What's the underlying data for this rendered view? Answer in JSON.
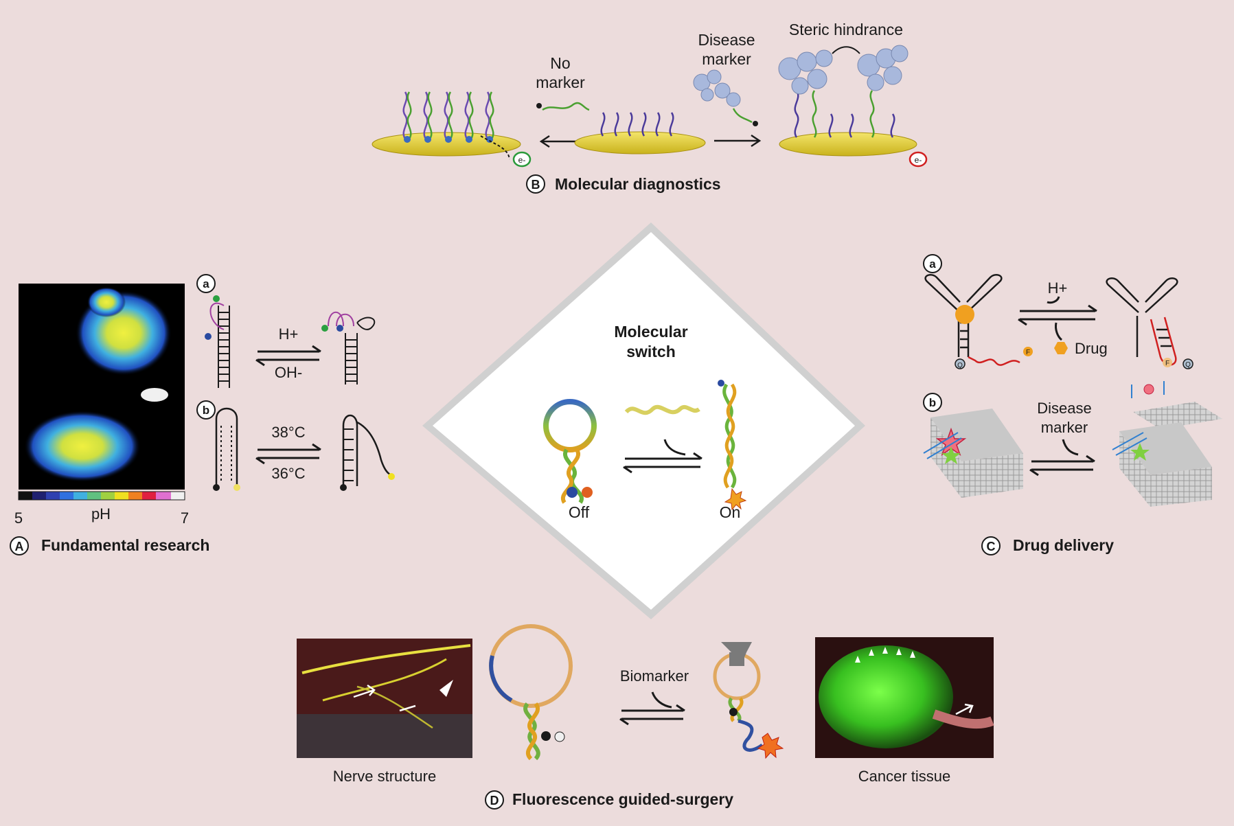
{
  "center": {
    "title_line1": "Molecular",
    "title_line2": "switch",
    "off": "Off",
    "on": "On"
  },
  "panel_b": {
    "letter": "B",
    "title": "Molecular diagnostics",
    "no_marker_line1": "No",
    "no_marker_line2": "marker",
    "disease_marker_line1": "Disease",
    "disease_marker_line2": "marker",
    "steric": "Steric hindrance",
    "electron": "e-"
  },
  "panel_a": {
    "letter": "A",
    "title": "Fundamental research",
    "sub_a": "a",
    "sub_b": "b",
    "acid": "H+",
    "base": "OH-",
    "temp_high": "38°C",
    "temp_low": "36°C",
    "scale_min": "5",
    "scale_unit": "pH",
    "scale_max": "7"
  },
  "panel_c": {
    "letter": "C",
    "title": "Drug delivery",
    "sub_a": "a",
    "sub_b": "b",
    "acid": "H+",
    "drug": "Drug",
    "disease_line1": "Disease",
    "disease_line2": "marker",
    "f": "F",
    "q": "Q"
  },
  "panel_d": {
    "letter": "D",
    "title": "Fluorescence guided-surgery",
    "biomarker": "Biomarker",
    "nerve": "Nerve structure",
    "cancer": "Cancer tissue"
  },
  "colors": {
    "background": "#ecdcdc",
    "gold": "#e8d23a",
    "dna_purple": "#4a3a9a",
    "dna_green": "#5aa840",
    "diamond_border": "#c4c4c4"
  }
}
